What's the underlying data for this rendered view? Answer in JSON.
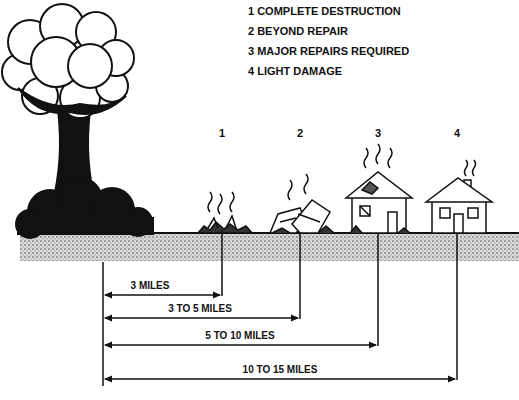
{
  "diagram": {
    "labels": [
      "1 COMPLETE DESTRUCTION",
      "2 BEYOND REPAIR",
      "3 MAJOR REPAIRS REQUIRED",
      "4 LIGHT DAMAGE",
      "1",
      "2",
      "3",
      "4",
      "3 MILES",
      "3 TO 5 MILES",
      "5 TO 10 MILES",
      "10 TO 15 MILES"
    ]
  }
}
